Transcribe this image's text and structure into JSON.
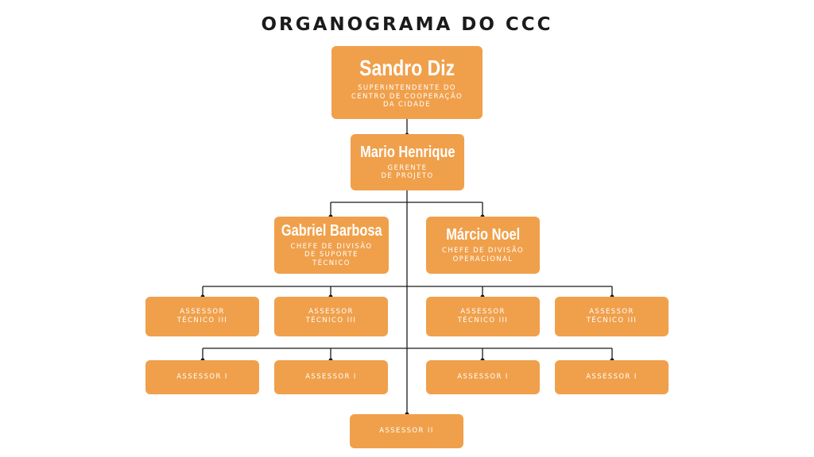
{
  "title": "ORGANOGRAMA DO CCC",
  "colors": {
    "box": "#f0a04b",
    "line": "#1b1b1b",
    "text": "#ffffff"
  },
  "superintendent": {
    "name": "Sandro Diz",
    "role": "SUPERINTENDENTE DO\nCENTRO DE COOPERAÇÃO\nDA CIDADE"
  },
  "manager": {
    "name": "Mario Henrique",
    "role": "GERENTE\nDE PROJETO"
  },
  "chief_support": {
    "name": "Gabriel Barbosa",
    "role": "CHEFE DE DIVISÃO\nDE SUPORTE\nTÉCNICO"
  },
  "chief_operational": {
    "name": "Márcio Noel",
    "role": "CHEFE DE DIVISÃO\nOPERACIONAL"
  },
  "tech_advisors": [
    {
      "label": "ASSESSOR\nTÉCNICO III"
    },
    {
      "label": "ASSESSOR\nTÉCNICO III"
    },
    {
      "label": "ASSESSOR\nTÉCNICO III"
    },
    {
      "label": "ASSESSOR\nTÉCNICO III"
    }
  ],
  "advisors_i": [
    {
      "label": "ASSESSOR I"
    },
    {
      "label": "ASSESSOR I"
    },
    {
      "label": "ASSESSOR I"
    },
    {
      "label": "ASSESSOR I"
    }
  ],
  "advisor_ii": {
    "label": "ASSESSOR II"
  }
}
